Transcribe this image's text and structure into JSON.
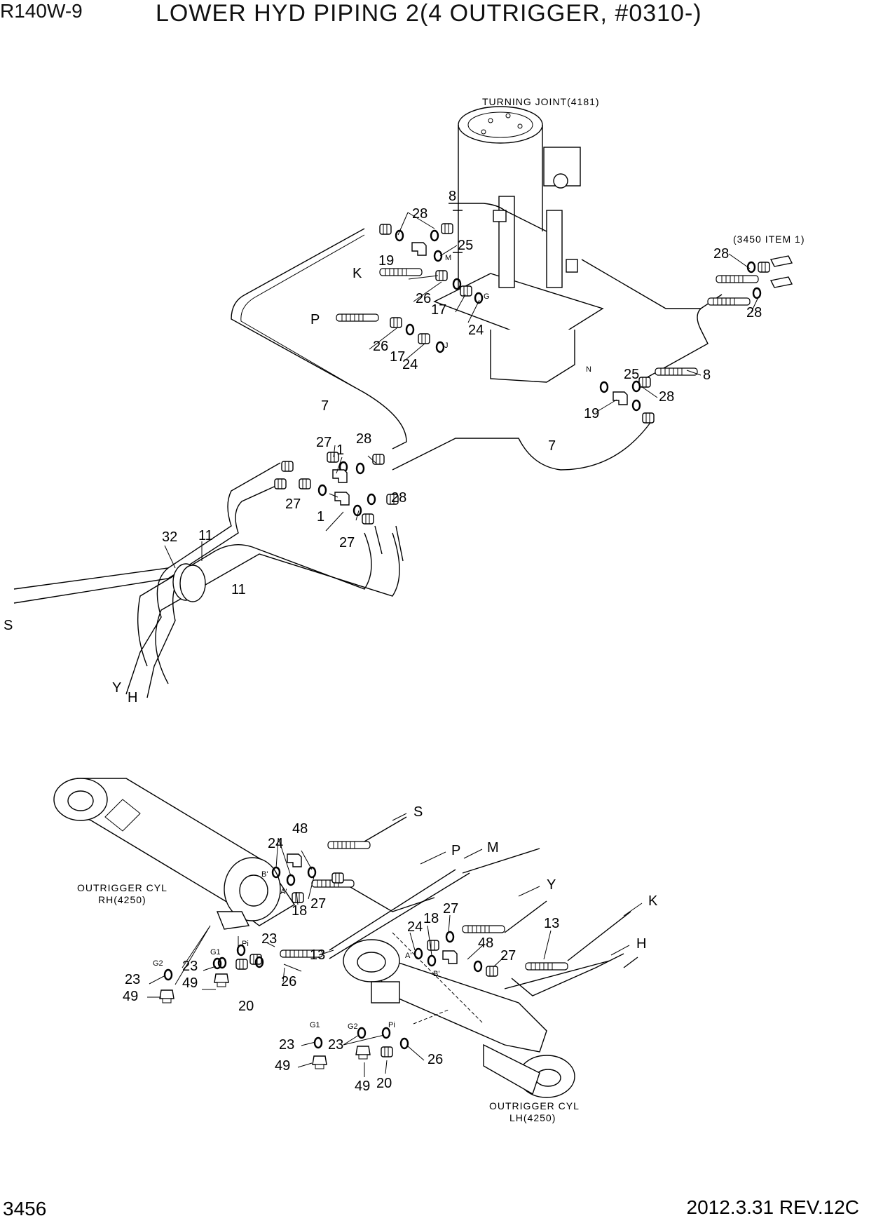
{
  "header": {
    "model": "R140W-9",
    "title": "LOWER HYD PIPING 2(4 OUTRIGGER, #0310-)"
  },
  "footer": {
    "page_number": "3456",
    "revision": "2012.3.31  REV.12C"
  },
  "component_labels": {
    "turning_joint": "TURNING JOINT(4181)",
    "item_ref": "(3450 ITEM 1)",
    "cyl_rh_1": "OUTRIGGER CYL",
    "cyl_rh_2": "RH(4250)",
    "cyl_lh_1": "OUTRIGGER CYL",
    "cyl_lh_2": "LH(4250)"
  },
  "callouts": [
    "8",
    "28",
    "25",
    "19",
    "K",
    "26",
    "17",
    "24",
    "P",
    "26",
    "17",
    "24",
    "28",
    "28",
    "8",
    "25",
    "28",
    "19",
    "7",
    "7",
    "27",
    "1",
    "28",
    "27",
    "1",
    "28",
    "27",
    "32",
    "11",
    "11",
    "S",
    "Y",
    "H",
    "S",
    "P",
    "M",
    "Y",
    "K",
    "H",
    "48",
    "24",
    "18",
    "27",
    "23",
    "13",
    "23",
    "23",
    "49",
    "49",
    "26",
    "20",
    "24",
    "18",
    "27",
    "48",
    "27",
    "13",
    "23",
    "23",
    "49",
    "49",
    "20",
    "26"
  ],
  "port_labels": [
    "M",
    "G",
    "J",
    "N",
    "B'",
    "A'",
    "G2",
    "G1",
    "Pi",
    "A'",
    "B'",
    "G1",
    "G2",
    "Pi"
  ],
  "icons": [
    "hose-fitting-icon",
    "o-ring-icon",
    "tee-fitting-icon",
    "elbow-fitting-icon",
    "plug-icon"
  ]
}
